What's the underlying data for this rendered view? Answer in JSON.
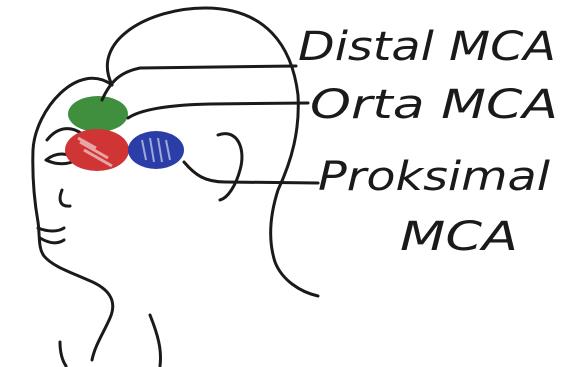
{
  "labels": {
    "distal": "Distal MCA",
    "orta": "Orta MCA",
    "proksimal_line1": "Proksimal",
    "proksimal_line2": "MCA"
  },
  "colors": {
    "ink": "#1a1a1a",
    "distal_region": "#3f8f3f",
    "orta_region": "#cf3535",
    "proksimal_region": "#2b3ea8"
  }
}
